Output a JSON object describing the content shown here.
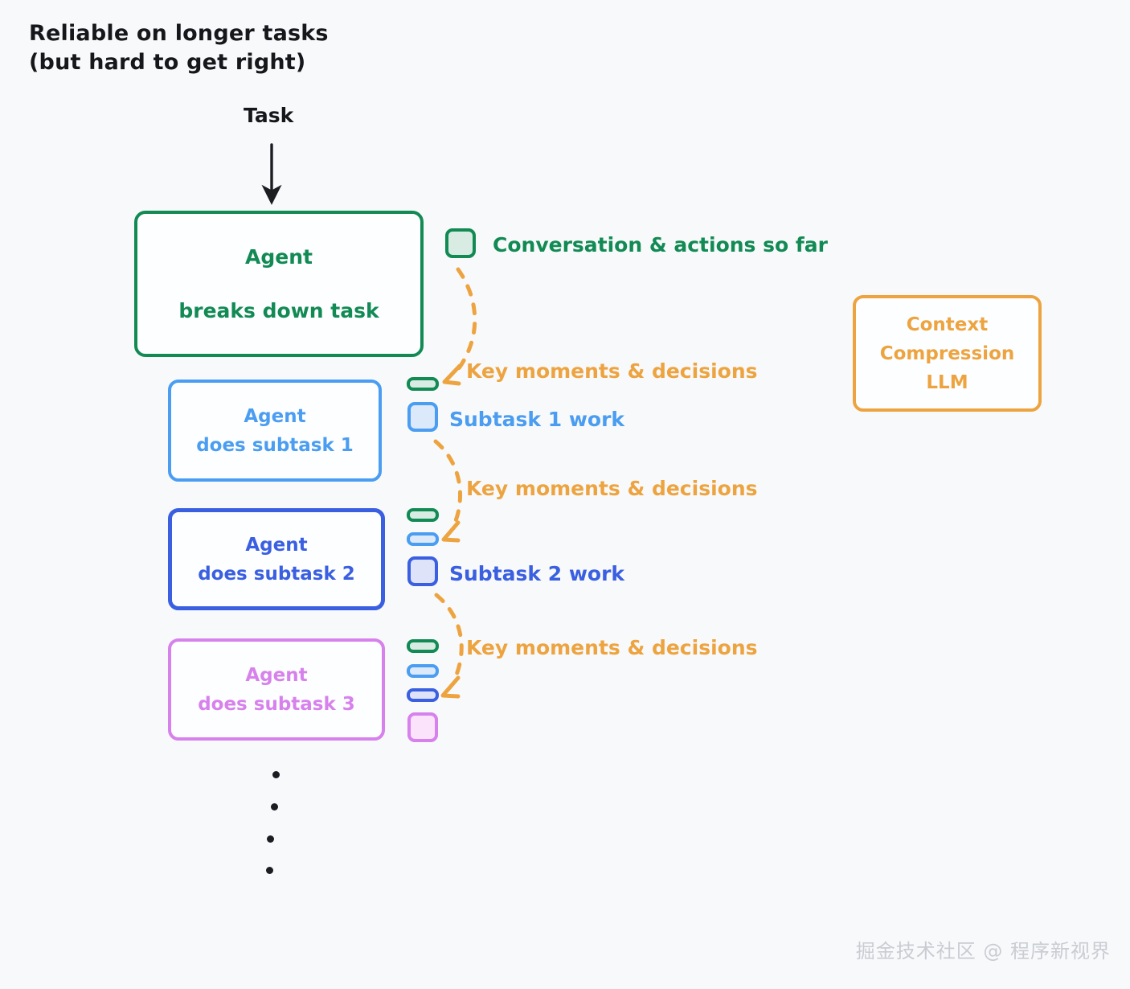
{
  "title": "Reliable on longer tasks\n(but hard to get right)",
  "task_label": "Task",
  "nodes": {
    "agent_main": {
      "line1": "Agent",
      "line2": "breaks down task",
      "color": "#128a54"
    },
    "agent_sub1": {
      "line1": "Agent",
      "line2": "does subtask 1",
      "color": "#4a9df0"
    },
    "agent_sub2": {
      "line1": "Agent",
      "line2": "does subtask 2",
      "color": "#3a5fe0"
    },
    "agent_sub3": {
      "line1": "Agent",
      "line2": "does subtask 3",
      "color": "#d781ec"
    },
    "compression_llm": {
      "line1": "Context",
      "line2": "Compression",
      "line3": "LLM",
      "color": "#eda440"
    }
  },
  "captions": {
    "conversation": "Conversation & actions so far",
    "subtask1_work": "Subtask 1 work",
    "subtask2_work": "Subtask 2 work",
    "key_moments_1": "Key moments & decisions",
    "key_moments_2": "Key moments & decisions",
    "key_moments_3": "Key moments & decisions"
  },
  "colors": {
    "background": "#f8f9fb",
    "green": "#128a54",
    "blue_light": "#4a9df0",
    "blue_deep": "#3a5fe0",
    "pink": "#d781ec",
    "orange": "#eda440",
    "ink": "#15171a",
    "watermark": "#c9ccd2"
  },
  "ellipsis_dots": 4,
  "watermark": "掘金技术社区 @ 程序新视界"
}
